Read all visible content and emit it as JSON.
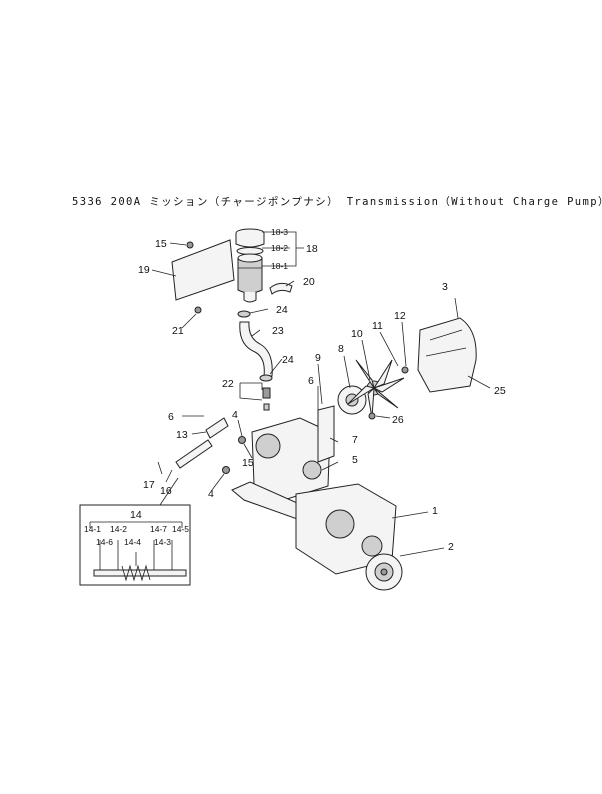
{
  "title": "5336 200A ミッション（チャージポンプナシ） Transmission（Without Charge Pump）",
  "callouts": {
    "c1": "1",
    "c2": "2",
    "c3": "3",
    "c4a": "4",
    "c4b": "4",
    "c5": "5",
    "c6a": "6",
    "c6b": "6",
    "c7": "7",
    "c8": "8",
    "c9": "9",
    "c10": "10",
    "c11": "11",
    "c12": "12",
    "c13": "13",
    "c14": "14",
    "c15a": "15",
    "c15b": "15",
    "c16": "16",
    "c17": "17",
    "c18": "18",
    "c18_1": "18-1",
    "c18_2": "18-2",
    "c18_3": "18-3",
    "c19": "19",
    "c20": "20",
    "c21": "21",
    "c22": "22",
    "c23": "23",
    "c24a": "24",
    "c24b": "24",
    "c25": "25",
    "c26": "26",
    "c14_1": "14-1",
    "c14_2": "14-2",
    "c14_3": "14-3",
    "c14_4": "14-4",
    "c14_5": "14-5",
    "c14_6": "14-6",
    "c14_7": "14-7"
  }
}
